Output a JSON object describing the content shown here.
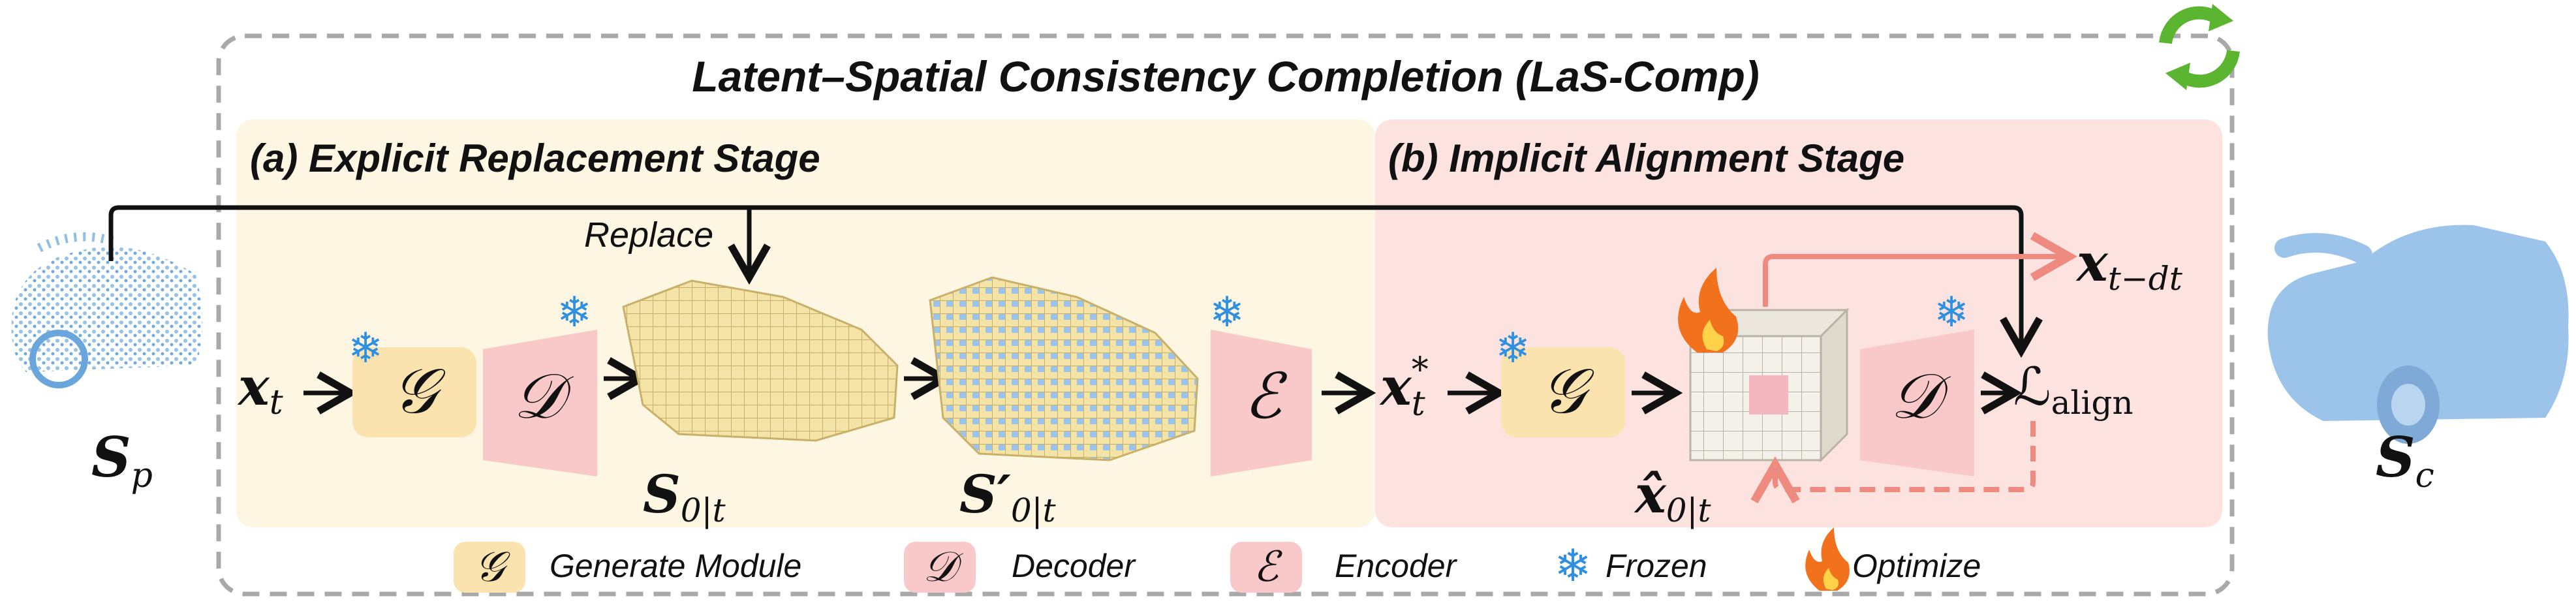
{
  "title": "Latent–Spatial Consistency Completion (LaS-Comp)",
  "stage_a": {
    "label": "(a) Explicit Replacement Stage"
  },
  "stage_b": {
    "label": "(b) Implicit Alignment Stage"
  },
  "replace_label": "Replace",
  "symbols": {
    "s_p": "S",
    "s_p_sub": "p",
    "s_c": "S",
    "s_c_sub": "c",
    "x_t": "x",
    "x_t_sub": "t",
    "s_0t": "S",
    "s_0t_sub": "0|t",
    "s_0t_prime": "S′",
    "s_0t_prime_sub": "0|t",
    "x_t_star": "x",
    "x_t_star_sup": "*",
    "x_t_star_sub": "t",
    "x_hat": "x̂",
    "x_hat_sub": "0|t",
    "x_t_dt": "x",
    "x_t_dt_sub": "t−dt",
    "loss": "ℒ",
    "loss_sub": "align"
  },
  "modules": {
    "generate": "𝒢",
    "decoder": "𝒟",
    "encoder": "ℰ"
  },
  "legend": [
    {
      "symbol": "𝒢",
      "label": "Generate Module",
      "kind": "generate"
    },
    {
      "symbol": "𝒟",
      "label": "Decoder",
      "kind": "decoder"
    },
    {
      "symbol": "ℰ",
      "label": "Encoder",
      "kind": "encoder"
    },
    {
      "symbol": "",
      "label": "Frozen",
      "kind": "frozen-icon"
    },
    {
      "symbol": "",
      "label": "Optimize",
      "kind": "flame-icon"
    }
  ],
  "colors": {
    "stage_a_bg": "#fdf6e3",
    "stage_b_bg": "#fde3e0",
    "generate": "#fbe3b0",
    "decoder": "#f9c8c8",
    "encoder": "#f9c8c8",
    "snowflake": "#2f8fe0",
    "flame": "#f2711c",
    "pointcloud": "#8fbfe8",
    "voxel_yellow": "#f3e3a6",
    "optimize_arrow": "#ee8a80",
    "cycle": "#5cb531"
  }
}
